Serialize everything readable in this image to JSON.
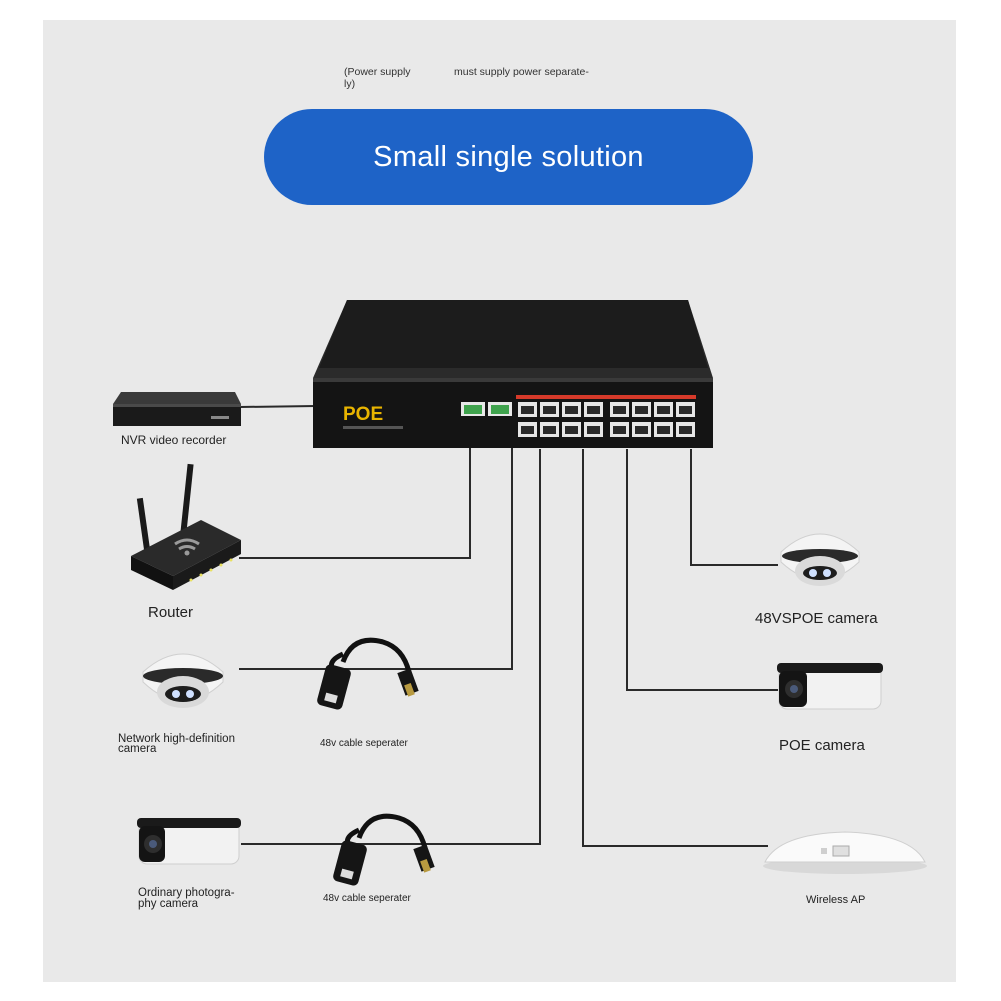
{
  "header": {
    "note_left": "(Power supply",
    "note_left_wrap": "ly)",
    "note_right": "must supply power separate-"
  },
  "title_banner": {
    "text": "Small single  solution"
  },
  "switch": {
    "brand": "POE"
  },
  "devices": {
    "nvr": "NVR video recorder",
    "router": "Router",
    "hd_camera_line1": "Network high-definition",
    "hd_camera_line2": "camera",
    "splitter_1": "48v cable seperater",
    "ordinary_camera_line1": "Ordinary photogra-",
    "ordinary_camera_line2": "phy camera",
    "splitter_2": "48v cable seperater",
    "poe48_camera": "48VSPOE camera",
    "poe_camera": "POE camera",
    "wireless_ap": "Wireless AP"
  },
  "colors": {
    "background": "#e9e9e9",
    "banner": "#1e63c7",
    "banner_text": "#ffffff",
    "line": "#2a2a2a",
    "switch_body": "#1a1a1a",
    "brand_text": "#e8b400",
    "port_accent": "#d63a2a",
    "uplink_accent": "#3fa34d"
  }
}
